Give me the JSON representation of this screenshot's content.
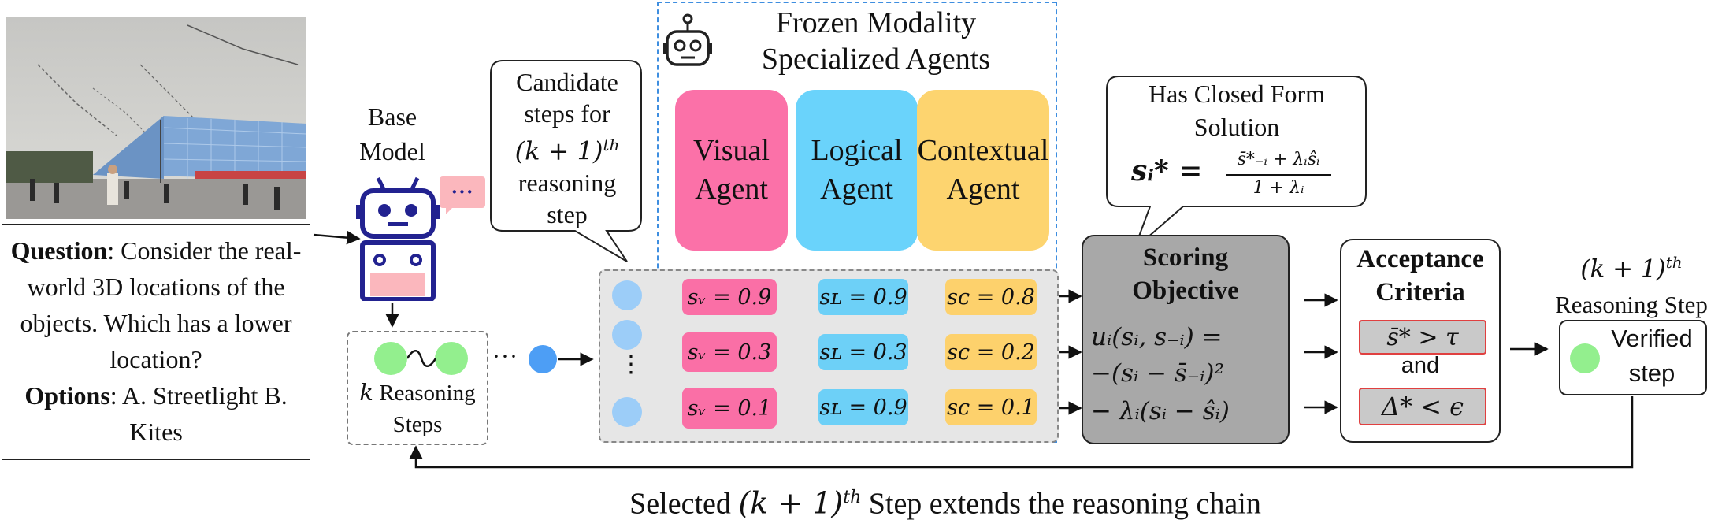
{
  "colors": {
    "visual": "#fb71a8",
    "logical": "#6ad3fb",
    "contextual": "#fdd46f",
    "score_visual": "#fa6fa6",
    "score_logical": "#6dd0f7",
    "score_contextual": "#fdd16c",
    "step_green": "#93ef8e",
    "step_blue_dark": "#4d9ef5",
    "step_blue_light": "#9ccdf8",
    "panel_gray": "#e6e6e6",
    "scoring_gray": "#a8a8a8",
    "frozen_border": "#3e8ee0",
    "robot_navy": "#222290",
    "robot_pink": "#fbb7bd",
    "criteria_fill": "#c9c9c9",
    "criteria_border": "#e04040"
  },
  "icons": {
    "photo": "stadium-kites-photo",
    "base_robot": "robot-icon",
    "speech": "speech-bubble-icon",
    "frozen_robot": "robot-head-icon"
  },
  "question": {
    "q_label": "Question",
    "q_text": ": Consider the real-world 3D locations of the objects. Which has a lower location?",
    "o_label": "Options",
    "o_text": ": A. Streetlight B. Kites"
  },
  "base_model": {
    "line1": "Base",
    "line2": "Model",
    "bubble": "···"
  },
  "reasoning": {
    "label_k": "k",
    "label_rest": " Reasoning",
    "label_line2": "Steps",
    "ellipsis": "···",
    "vertical_ellipsis": "⋮"
  },
  "candidate": {
    "line1": "Candidate",
    "line2": "steps for",
    "line3": "(k + 1)",
    "line3_sup": "th",
    "line4": "reasoning",
    "line5": "step"
  },
  "frozen": {
    "title_line1": "Frozen Modality",
    "title_line2": "Specialized Agents",
    "agents": [
      {
        "line1": "Visual",
        "line2": "Agent"
      },
      {
        "line1": "Logical",
        "line2": "Agent"
      },
      {
        "line1": "Contextual",
        "line2": "Agent"
      }
    ]
  },
  "scores": {
    "rows": [
      {
        "v": "sᵥ = 0.9",
        "l": "sʟ = 0.9",
        "c": "sᴄ = 0.8"
      },
      {
        "v": "sᵥ = 0.3",
        "l": "sʟ = 0.3",
        "c": "sᴄ = 0.2"
      },
      {
        "v": "sᵥ = 0.1",
        "l": "sʟ = 0.9",
        "c": "sᴄ = 0.1"
      }
    ]
  },
  "closed_form": {
    "line1": "Has Closed Form",
    "line2": "Solution",
    "lhs": "sᵢ* =",
    "numerator": "s̄*₋ᵢ + λᵢŝᵢ",
    "denominator": "1 + λᵢ"
  },
  "scoring": {
    "title1": "Scoring",
    "title2": "Objective",
    "eq1": "uᵢ(sᵢ, s₋ᵢ) =",
    "eq2": "−(sᵢ − s̄₋ᵢ)²",
    "eq3": "− λᵢ(sᵢ − ŝᵢ)"
  },
  "acceptance": {
    "title1": "Acceptance",
    "title2": "Criteria",
    "crit1": "s̄* > τ",
    "and": "and",
    "crit2": "Δ* < ϵ"
  },
  "output": {
    "title1": "(k + 1)",
    "title1_sup": "th",
    "title2": "Reasoning Step",
    "verified1": "Verified",
    "verified2": "step"
  },
  "bottom": {
    "pre": "Selected ",
    "math": "(k + 1)",
    "sup": "th",
    "post": " Step extends the reasoning chain"
  }
}
